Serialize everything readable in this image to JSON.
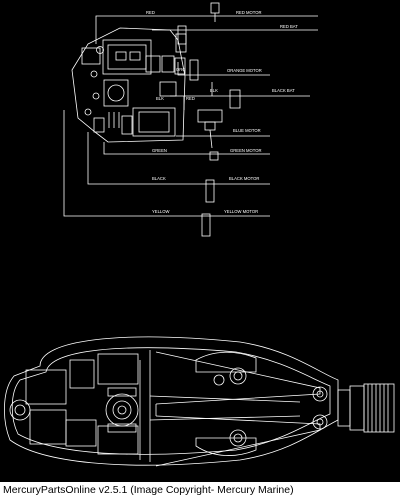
{
  "wires": {
    "red": "RED",
    "red_motor": "RED MOTOR",
    "red_bat": "RED BAT",
    "org": "ORG",
    "orange_motor": "ORANGE MOTOR",
    "blk_1": "BLK",
    "red_2": "RED",
    "blk_2": "BLK",
    "black_bat": "BLACK BAT",
    "blue_motor": "BLUE MOTOR",
    "green": "GREEN",
    "green_motor": "GREEN MOTOR",
    "black": "BLACK",
    "black_motor": "BLACK MOTOR",
    "yellow": "YELLOW",
    "yellow_motor": "YELLOW MOTOR"
  },
  "caption": {
    "app": "MercuryPartsOnline v2.5.1",
    "copyright": "(Image Copyright- Mercury Marine)"
  },
  "colors": {
    "background": "#000000",
    "lines": "#ffffff",
    "caption_bg": "#ffffff"
  }
}
